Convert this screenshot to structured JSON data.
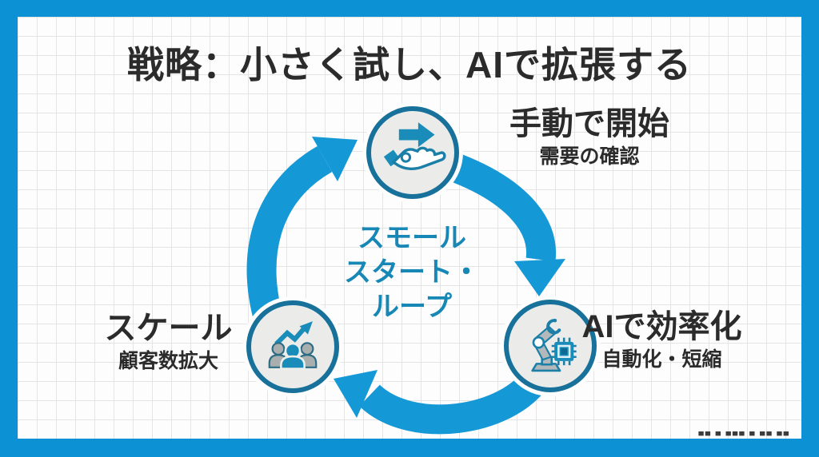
{
  "title": "戦略：小さく試し、AIで拡張する",
  "loop": {
    "center_label_lines": [
      "スモール",
      "スタート・",
      "ループ"
    ],
    "arrow_color": "#1598d6",
    "direction": "clockwise"
  },
  "nodes": [
    {
      "id": "manual-start",
      "label": "手動で開始",
      "sublabel": "需要の確認",
      "icon": "hand-offering-arrow-icon",
      "position": "top"
    },
    {
      "id": "ai-efficiency",
      "label": "AIで効率化",
      "sublabel": "自動化・短縮",
      "icon": "robot-arm-chip-icon",
      "position": "right"
    },
    {
      "id": "scale",
      "label": "スケール",
      "sublabel": "顧客数拡大",
      "icon": "people-growth-icon",
      "position": "left"
    }
  ],
  "colors": {
    "frame_blue": "#0c92d4",
    "arrow_blue": "#1598d6",
    "node_ring_teal": "#17719a",
    "icon_teal": "#1a8cba",
    "icon_gray": "#a9aeae",
    "circle_fill": "#ebece9",
    "text_dark": "#2b2b2b",
    "center_text_teal": "#1787b5",
    "grid_line": "#e4e4e4"
  },
  "watermark": "▀▀ ▀ ▀▀▀ ▀ ▀▀ ▀▀"
}
